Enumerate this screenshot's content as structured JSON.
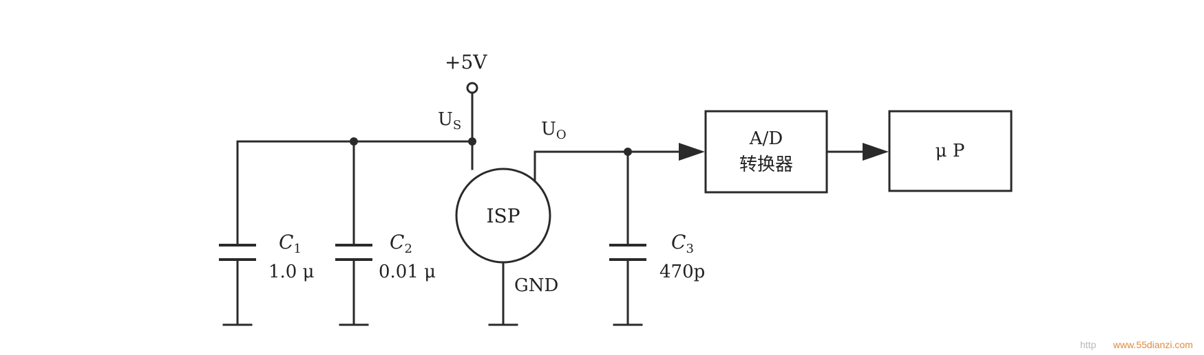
{
  "supply": {
    "label": "+5V"
  },
  "nodes": {
    "us_main": "U",
    "us_sub": "S",
    "uo_main": "U",
    "uo_sub": "O"
  },
  "sensor": {
    "label": "ISP",
    "ground": "GND"
  },
  "capacitors": [
    {
      "name_main": "C",
      "name_sub": "1",
      "value": "1.0 μ"
    },
    {
      "name_main": "C",
      "name_sub": "2",
      "value": "0.01 μ"
    },
    {
      "name_main": "C",
      "name_sub": "3",
      "value": "470p"
    }
  ],
  "blocks": {
    "adc_line1": "A/D",
    "adc_line2": "转换器",
    "mcu": "μ P"
  },
  "watermark": {
    "prefix": "http",
    "site": "www.55dianzi.com"
  }
}
